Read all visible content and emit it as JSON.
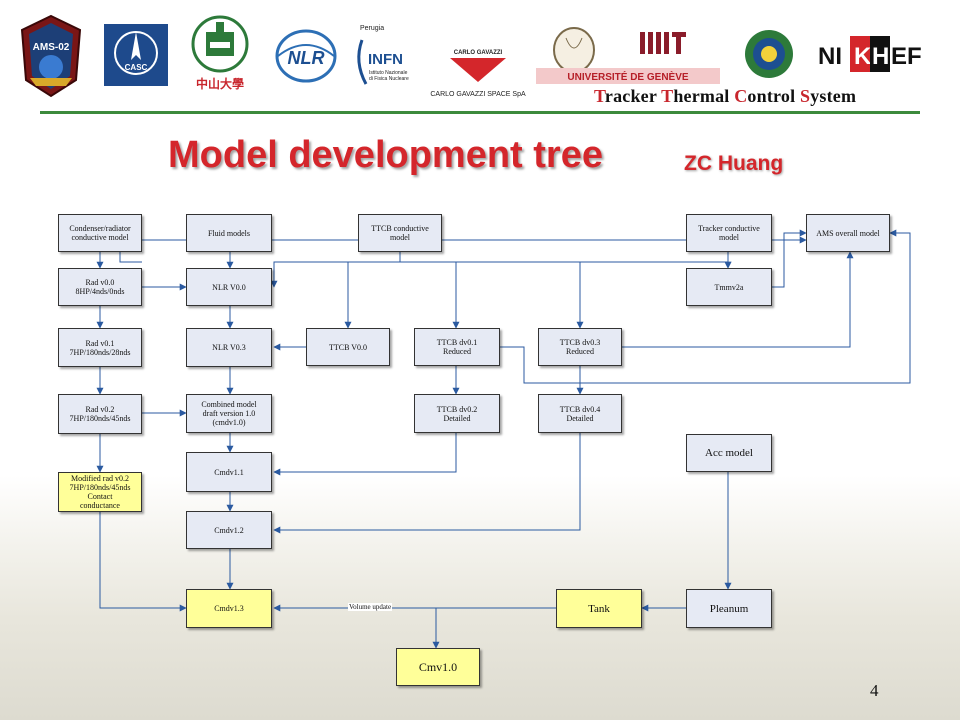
{
  "header": {
    "system_title": "Tracker Thermal Control System",
    "title_words": [
      {
        "cap": "T",
        "rest": "racker "
      },
      {
        "cap": "T",
        "rest": "hermal "
      },
      {
        "cap": "C",
        "rest": "ontrol "
      },
      {
        "cap": "S",
        "rest": "ystem"
      }
    ],
    "logos": {
      "ams": "AMS-02",
      "casc": "CASC",
      "sysu": "中山大學",
      "nlr": "NLR",
      "infn_top": "Perugia",
      "infn": "INFN",
      "infn_sub1": "Istituto Nazionale",
      "infn_sub2": "di Fisica Nucleare",
      "carlo_small": "CARLO GAVAZZI",
      "carlo_space": "CARLO GAVAZZI SPACE SpA",
      "geneve": "UNIVERSITÉ DE GENÈVE",
      "mit": "MIT",
      "nikhef_1": "NI",
      "nikhef_2": "K",
      "nikhef_3": "H",
      "nikhef_4": "EF"
    }
  },
  "slide": {
    "title": "Model development tree",
    "author": "ZC Huang",
    "page_number": "4"
  },
  "nodes": {
    "condenser": {
      "line1": "Condenser/radiator",
      "line2": "conductive model"
    },
    "fluid": {
      "line1": "Fluid models"
    },
    "ttcb_cond": {
      "line1": "TTCB conductive",
      "line2": "model"
    },
    "tracker_cond": {
      "line1": "Tracker conductive",
      "line2": "model"
    },
    "ams_overall": {
      "line1": "AMS overall model"
    },
    "rad00": {
      "line1": "Rad v0.0",
      "line2": "8HP/4nds/0nds"
    },
    "nlr00": {
      "line1": "NLR V0.0"
    },
    "tmmv2a": {
      "line1": "Tmmv2a"
    },
    "rad01": {
      "line1": "Rad v0.1",
      "line2": "7HP/180nds/28nds"
    },
    "nlr03": {
      "line1": "NLR V0.3"
    },
    "ttcb00": {
      "line1": "TTCB V0.0"
    },
    "ttcbdv01": {
      "line1": "TTCB dv0.1",
      "line2": "Reduced"
    },
    "ttcbdv03": {
      "line1": "TTCB dv0.3",
      "line2": "Reduced"
    },
    "rad02": {
      "line1": "Rad v0.2",
      "line2": "7HP/180nds/45nds"
    },
    "combined": {
      "line1": "Combined model",
      "line2": "draft version 1.0",
      "line3": "(cmdv1.0)"
    },
    "ttcbdv02": {
      "line1": "TTCB dv0.2",
      "line2": "Detailed"
    },
    "ttcbdv04": {
      "line1": "TTCB dv0.4",
      "line2": "Detailed"
    },
    "acc": {
      "line1": "Acc model"
    },
    "cmdv11": {
      "line1": "Cmdv1.1"
    },
    "modrad": {
      "line1": "Modified rad v0.2",
      "line2": "7HP/180nds/45nds",
      "line3": "Contact",
      "line4": "conductance"
    },
    "cmdv12": {
      "line1": "Cmdv1.2"
    },
    "cmdv13": {
      "line1": "Cmdv1.3"
    },
    "tank": {
      "line1": "Tank"
    },
    "pleanum": {
      "line1": "Pleanum"
    },
    "cmv10": {
      "line1": "Cmv1.0"
    }
  },
  "edge_labels": {
    "volume_update": "Volume update"
  },
  "colors": {
    "title_red": "#d4262b",
    "rule_green": "#3c8a3c",
    "box_fill": "#e6eaf4",
    "box_yellow": "#ffff99"
  }
}
